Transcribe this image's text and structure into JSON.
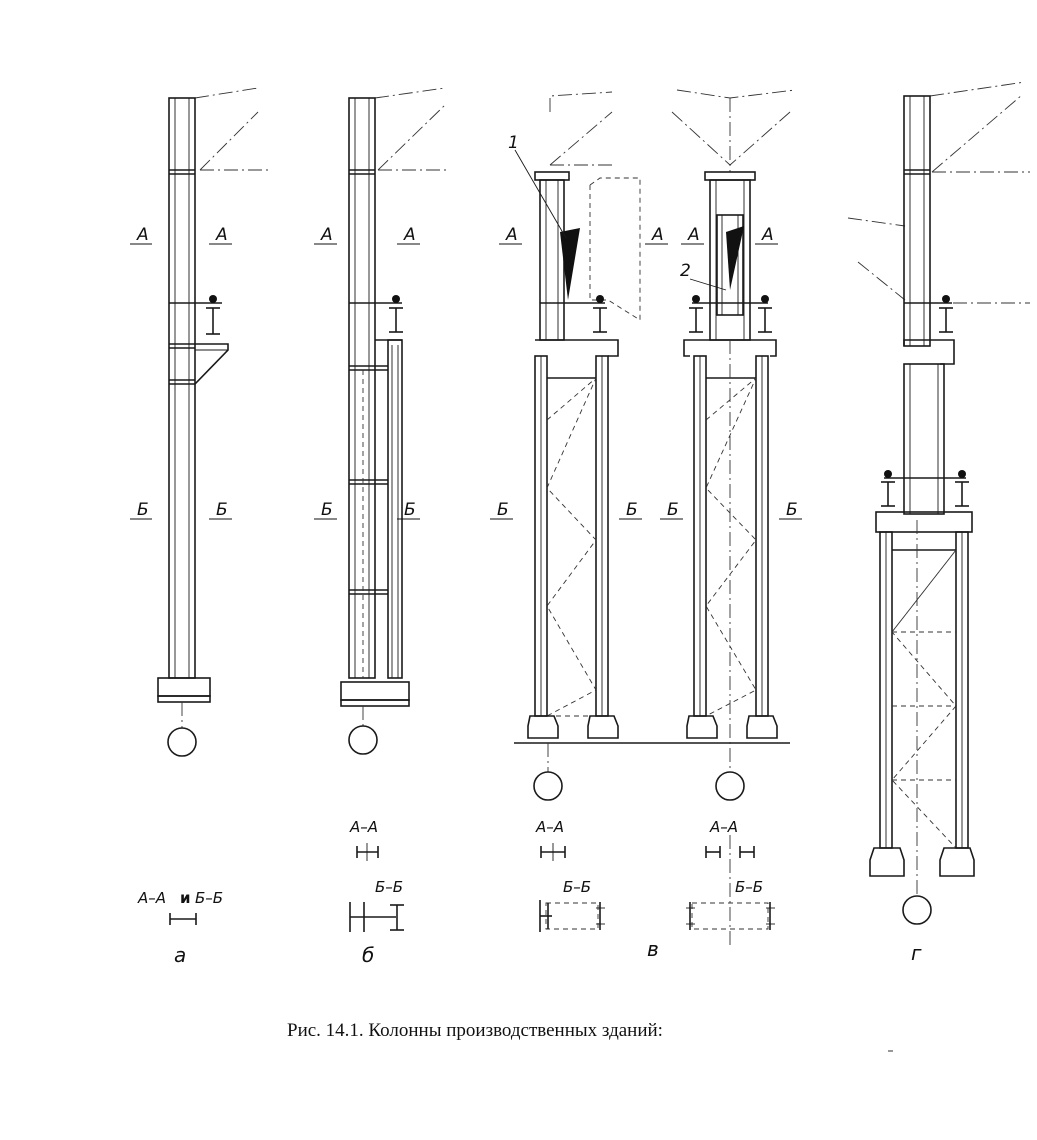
{
  "caption": "Рис. 14.1. Колонны производственных зданий:",
  "sections": {
    "a": "А",
    "b": "Б"
  },
  "numbers": {
    "n1": "1",
    "n2": "2"
  },
  "section_labels": {
    "aa": "А–А",
    "bb": "Б–Б",
    "aa_and": "А–А",
    "and_word": "и",
    "bb_and": "Б–Б"
  },
  "variants": {
    "a": "а",
    "b": "б",
    "v": "в",
    "g": "г"
  }
}
